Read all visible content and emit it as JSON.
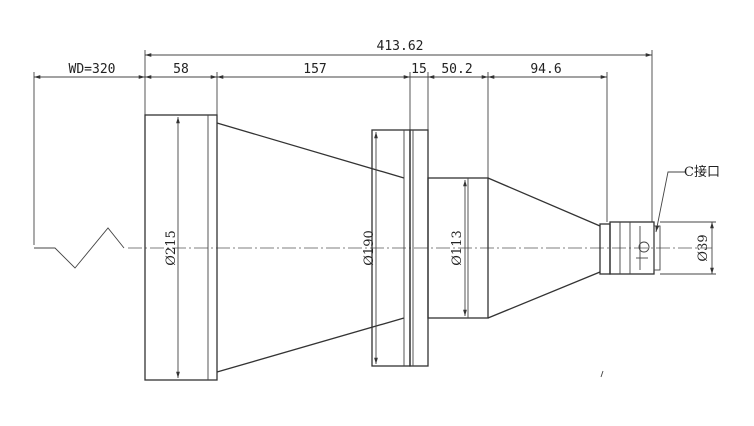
{
  "drawing": {
    "working_distance": "WD=320",
    "total_length": "413.62",
    "segments": [
      "58",
      "157",
      "15",
      "50.2",
      "94.6"
    ],
    "diameters": {
      "d215": "Ø215",
      "d190": "Ø190",
      "d113": "Ø113",
      "d39": "Ø39"
    },
    "mount_label": "C接口"
  },
  "colors": {
    "line": "#333333",
    "text": "#222222",
    "background": "#ffffff"
  }
}
